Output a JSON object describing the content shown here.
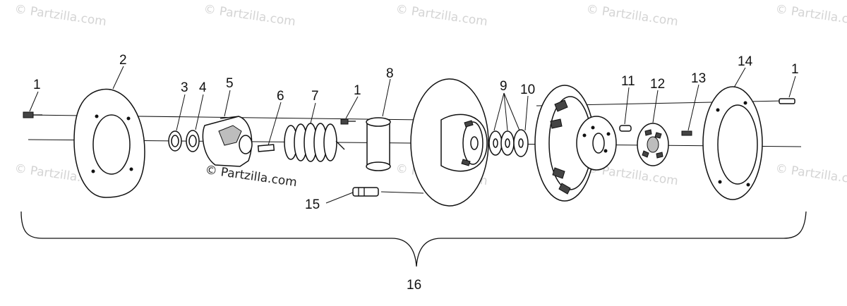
{
  "watermark": "© Partzilla.com",
  "callouts": [
    "1",
    "2",
    "3",
    "4",
    "5",
    "6",
    "7",
    "1",
    "8",
    "9",
    "10",
    "11",
    "12",
    "13",
    "14",
    "1",
    "15",
    "16"
  ],
  "colors": {
    "line": "#111111",
    "watermark": "#d4d4d4",
    "background": "#ffffff"
  }
}
